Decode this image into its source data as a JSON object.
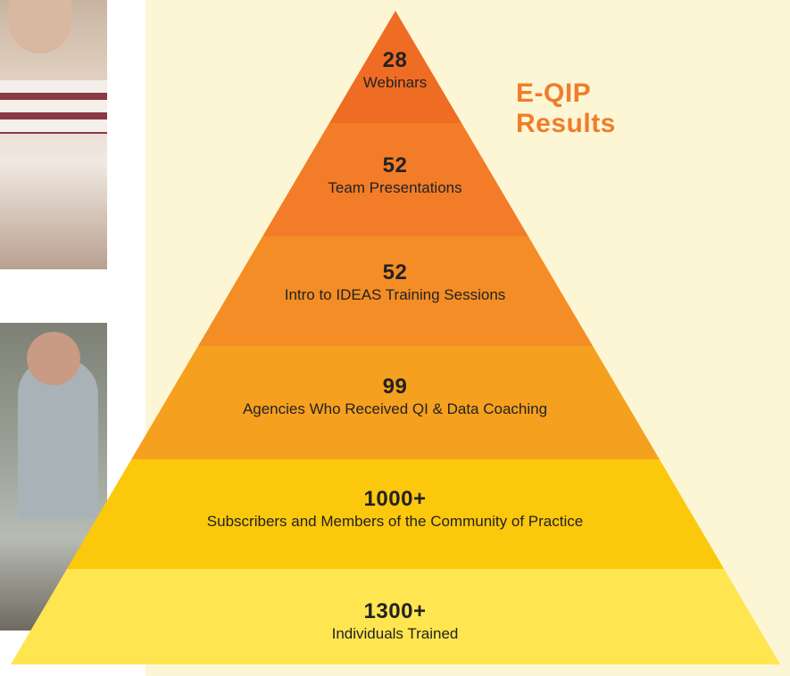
{
  "title_line1": "E-QIP",
  "title_line2": "Results",
  "colors": {
    "background_panel": "#fdf6d4",
    "title": "#ef7d2b"
  },
  "levels": [
    {
      "number": "28",
      "label": "Webinars",
      "color": "#ef6c25"
    },
    {
      "number": "52",
      "label": "Team Presentations",
      "color": "#f27c28"
    },
    {
      "number": "52",
      "label": "Intro to IDEAS Training Sessions",
      "color": "#f48d25"
    },
    {
      "number": "99",
      "label": "Agencies Who Received QI & Data Coaching",
      "color": "#f6a01f"
    },
    {
      "number": "1000+",
      "label": "Subscribers and Members of the Community of Practice",
      "color": "#fcc80c"
    },
    {
      "number": "1300+",
      "label": "Individuals Trained",
      "color": "#ffe54f"
    }
  ],
  "photos": [
    {
      "subject": "woman-with-glasses-photo"
    },
    {
      "subject": "man-with-glasses-photo"
    }
  ]
}
